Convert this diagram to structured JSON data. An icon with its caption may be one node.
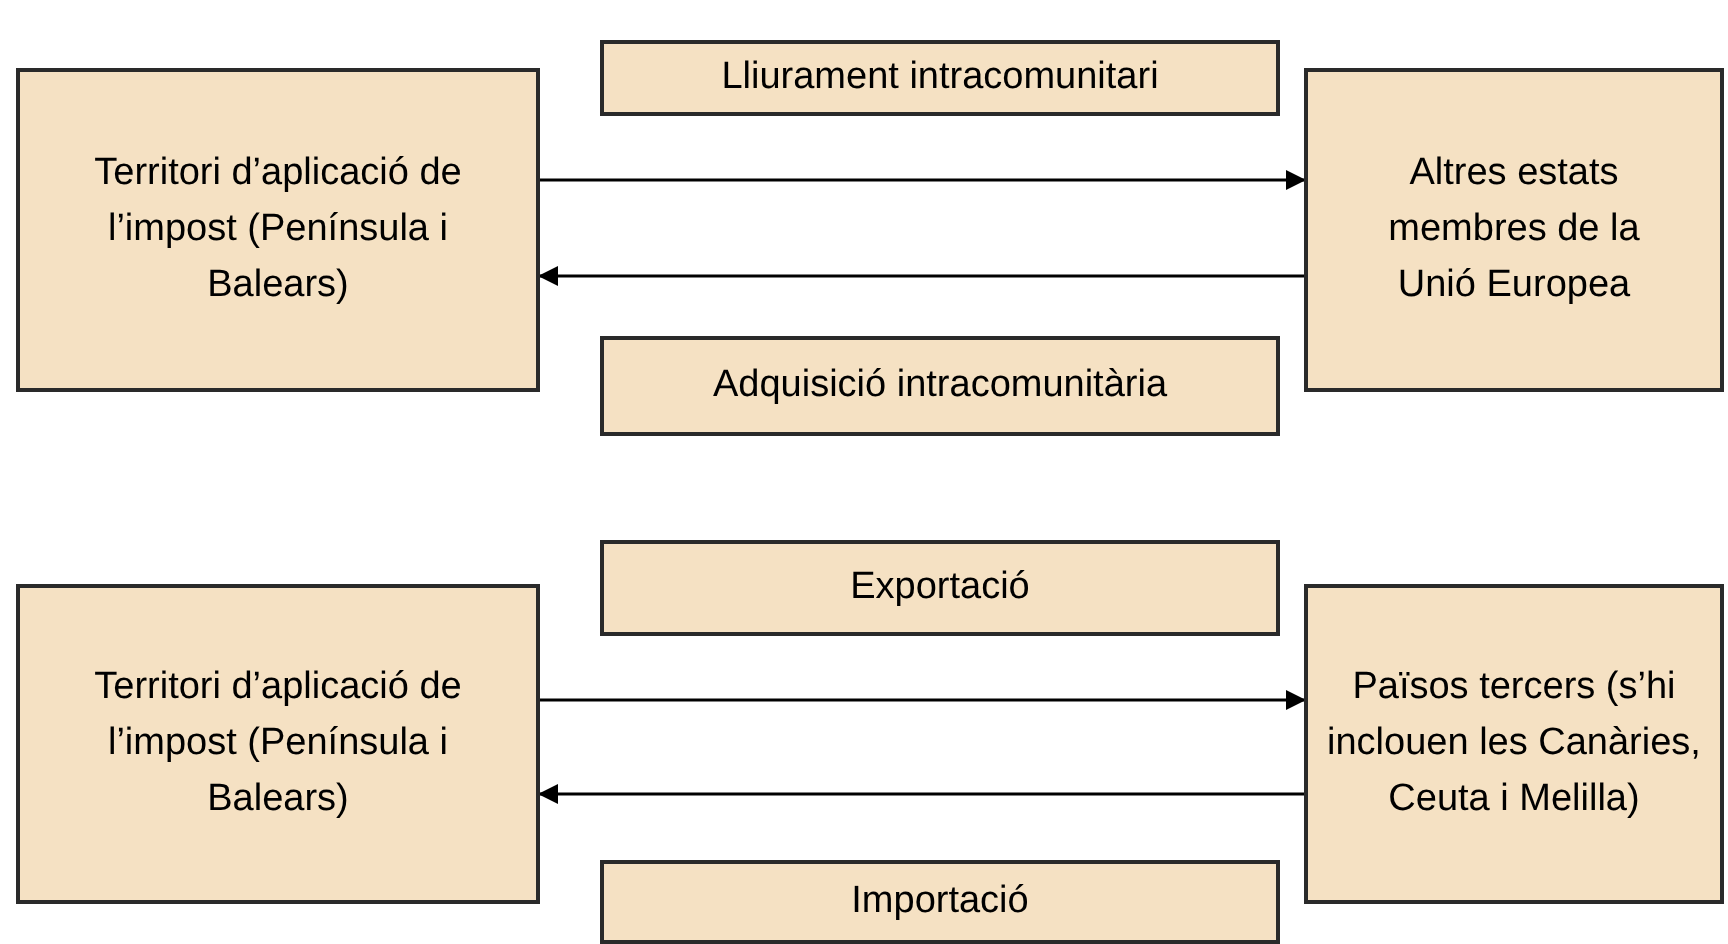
{
  "diagram": {
    "nodes": [
      {
        "text": [
          "Territori d’aplicació de l’impost (Península i Balears)"
        ]
      },
      {
        "text": [
          "Lliurament intracomunitari"
        ]
      },
      {
        "text": [
          "Altres estats membres de la Unió Europea"
        ]
      },
      {
        "text": [
          "Adquisició intracomunitària"
        ]
      },
      {
        "text": [
          "Territori d’aplicació de l’impost (Península i Balears)"
        ]
      },
      {
        "text": [
          "Exportació"
        ]
      },
      {
        "text": [
          "Països tercers (s’hi inclouen les Canàries, Ceuta i Melilla)"
        ]
      },
      {
        "text": [
          "Importació"
        ]
      }
    ],
    "edges": [
      {
        "from": 0,
        "to": 2,
        "arrow": "to"
      },
      {
        "from": 2,
        "to": 0,
        "arrow": "to"
      },
      {
        "from": 4,
        "to": 6,
        "arrow": "to"
      },
      {
        "from": 6,
        "to": 4,
        "arrow": "to"
      }
    ]
  }
}
